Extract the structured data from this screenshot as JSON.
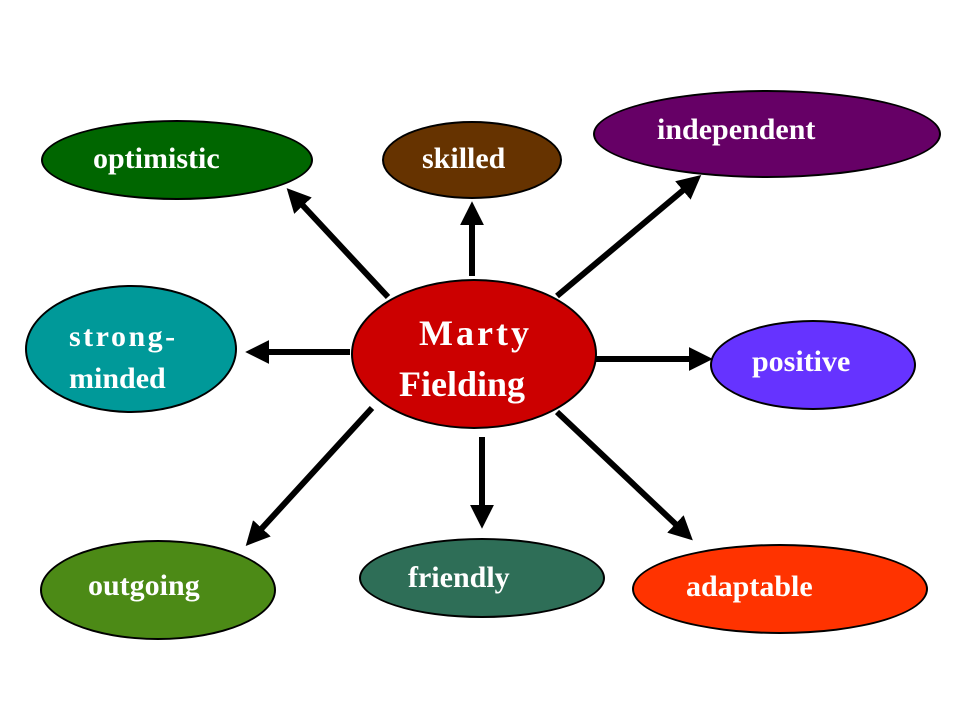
{
  "center": {
    "line1": "Marty",
    "line2": "Fielding",
    "color": "#cc0000"
  },
  "traits": {
    "optimistic": {
      "label": "optimistic",
      "color": "#006600"
    },
    "skilled": {
      "label": "skilled",
      "color": "#663300"
    },
    "independent": {
      "label": "independent",
      "color": "#660066"
    },
    "strong_minded": {
      "line1": "strong-",
      "line2": "minded",
      "color": "#009999"
    },
    "positive": {
      "label": "positive",
      "color": "#6633ff"
    },
    "outgoing": {
      "label": "outgoing",
      "color": "#4c8a16"
    },
    "friendly": {
      "label": "friendly",
      "color": "#2e6e57"
    },
    "adaptable": {
      "label": "adaptable",
      "color": "#ff3300"
    }
  },
  "colors": {
    "arrow": "#000000",
    "text": "#ffffff"
  }
}
